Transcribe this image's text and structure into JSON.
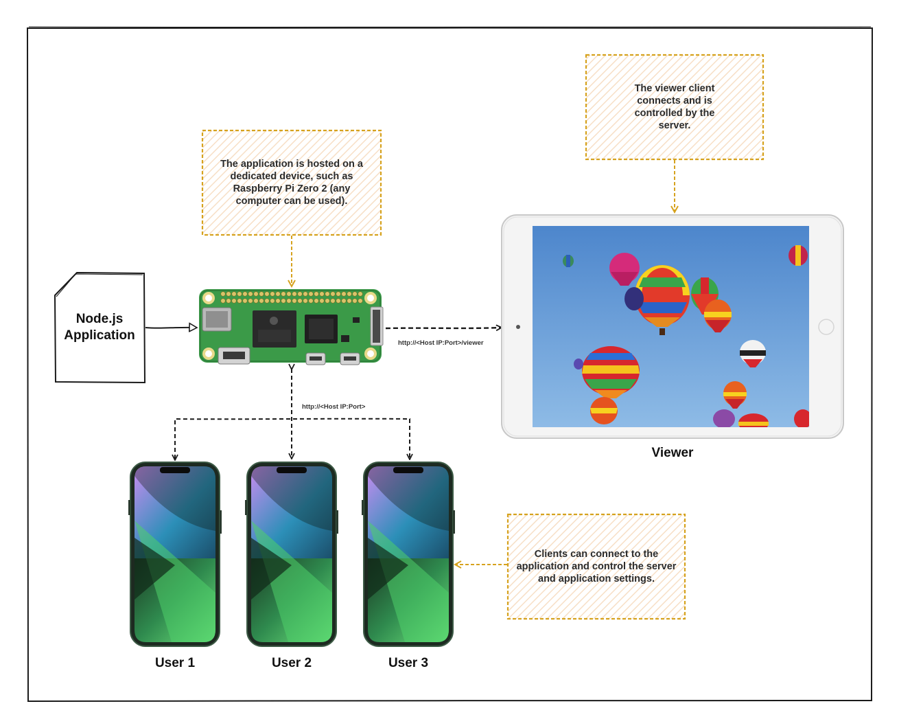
{
  "colors": {
    "note_border": "#d6a21e",
    "note_hatch": "#f7dfc6",
    "connector": "#1a1a1a",
    "note_connector": "#d6a21e",
    "pcb_green": "#3b9a48",
    "sky_blue": "#5b95d6"
  },
  "nodejs_app": {
    "label_line1": "Node.js",
    "label_line2": "Application",
    "icon": "document-icon"
  },
  "raspberry_pi": {
    "icon": "raspberry-pi-board-icon"
  },
  "notes": {
    "hosting": "The application is hosted on a dedicated device, such as Raspberry Pi Zero 2 (any computer can be used).",
    "viewer": "The viewer client connects and is controlled by the server.",
    "clients": "Clients can connect to the application and control the server and application settings."
  },
  "connections": {
    "viewer_url": "http://<Host IP:Port>/viewer",
    "client_url": "http://<Host IP:Port>"
  },
  "viewer": {
    "label": "Viewer",
    "icon": "tablet-icon",
    "screen_image": "hot-air-balloons-photo"
  },
  "users": [
    {
      "label": "User 1",
      "icon": "smartphone-icon"
    },
    {
      "label": "User 2",
      "icon": "smartphone-icon"
    },
    {
      "label": "User 3",
      "icon": "smartphone-icon"
    }
  ]
}
